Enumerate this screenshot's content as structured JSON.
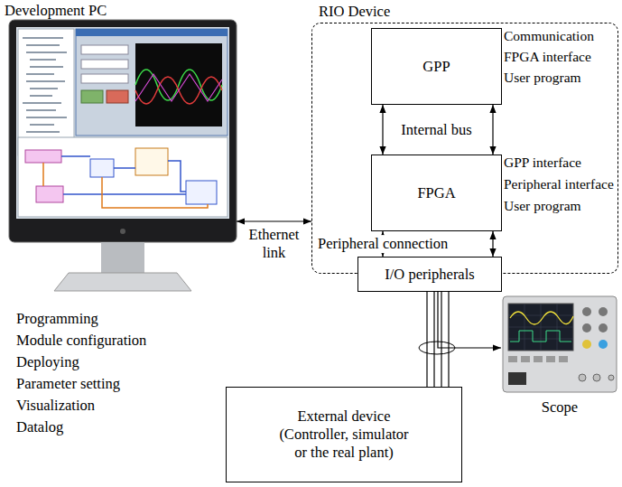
{
  "diagram": {
    "nodes": [
      {
        "text": [
          "Development PC"
        ]
      },
      {
        "text": [
          "RIO Device"
        ]
      },
      {
        "text": [
          "GPP"
        ],
        "in": 1
      },
      {
        "text": [
          "FPGA"
        ],
        "in": 1
      },
      {
        "text": [
          "I/O peripherals"
        ],
        "in": 1
      },
      {
        "text": [
          "External device (Controller, simulator or the real plant)"
        ]
      },
      {
        "text": [
          "Scope"
        ]
      }
    ],
    "edges": [
      {
        "from": 0,
        "to": 1,
        "arrow": "both",
        "label": "Ethernet link"
      },
      {
        "from": 2,
        "to": 3,
        "arrow": "both",
        "label": "Internal bus"
      },
      {
        "from": 3,
        "to": 4,
        "arrow": "both",
        "label": "Peripheral connection"
      },
      {
        "from": 4,
        "to": 5,
        "arrow": "none"
      },
      {
        "from": 4,
        "to": 6,
        "arrow": "to"
      }
    ],
    "labels": [
      "Programming",
      "Module configuration",
      "Deploying",
      "Parameter setting",
      "Visualization",
      "Datalog",
      "Communication",
      "FPGA interface",
      "User program",
      "GPP interface",
      "Peripheral interface",
      "User program"
    ]
  }
}
